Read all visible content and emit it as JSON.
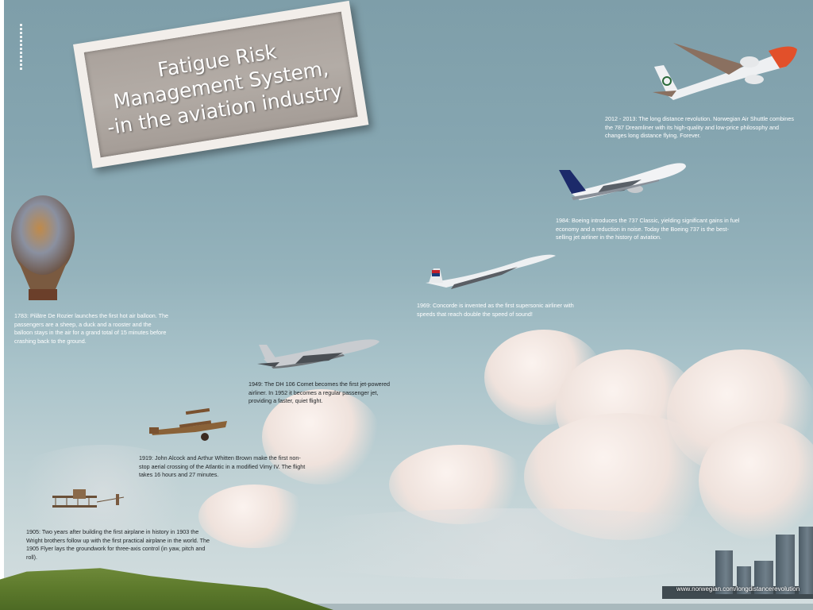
{
  "slide": {
    "title_lines": [
      "Fatigue Risk",
      "Management System,",
      "-in the aviation industry"
    ],
    "colors": {
      "sky_top": "#7e9ea9",
      "sky_bottom": "#d4dee0",
      "sign_face": "#aaa29c",
      "sign_border": "#f2eeea",
      "norwegian_nose": "#e2502a",
      "hill_green": "#5d7a2c"
    }
  },
  "timeline": [
    {
      "year": "1783",
      "caption": "1783: Pilâtre De Rozier launches the first hot air balloon. The passengers are a sheep, a duck and a rooster and the balloon stays in the air for a grand total of 15 minutes before crashing back to the ground.",
      "icon": "hot-air-balloon-icon"
    },
    {
      "year": "1905",
      "caption": "1905: Two years after building the first airplane in history in 1903 the Wright brothers follow up with the first practical airplane in the world. The 1905 Flyer lays the groundwork for three-axis control (in yaw, pitch and roll).",
      "icon": "wright-flyer-icon"
    },
    {
      "year": "1919",
      "caption": "1919: John Alcock and Arthur Whitten Brown make the first non-stop aerial crossing of the Atlantic in a modified Vimy IV. The flight takes 16 hours and 27 minutes.",
      "icon": "vimy-biplane-icon"
    },
    {
      "year": "1949",
      "caption": "1949: The DH 106 Comet becomes the first jet-powered airliner. In 1952 it becomes a regular passenger jet, providing a faster, quiet flight.",
      "icon": "comet-jet-icon"
    },
    {
      "year": "1969",
      "caption": "1969: Concorde is invented as the first supersonic airliner with speeds that reach double the speed of sound!",
      "icon": "concorde-icon"
    },
    {
      "year": "1984",
      "caption": "1984: Boeing introduces the 737 Classic, yielding significant gains in fuel economy and a reduction in noise. Today the Boeing 737 is the best-selling jet airliner in the history of aviation.",
      "icon": "boeing-737-icon"
    },
    {
      "year": "2012 - 2013",
      "caption": "2012 - 2013: The long distance revolution. Norwegian Air Shuttle combines the 787 Dreamliner with its high-quality and low-price philosophy and changes long distance flying. Forever.",
      "icon": "dreamliner-787-icon"
    }
  ],
  "footer": {
    "url": "www.norwegian.com/longdistancerevolution"
  }
}
